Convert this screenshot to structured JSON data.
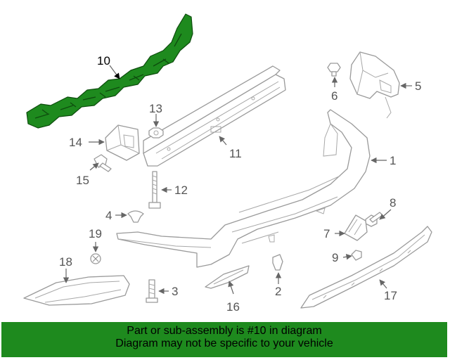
{
  "banner": {
    "line1": "Part or sub-assembly is #10 in diagram",
    "line2": "Diagram may not be specific to your vehicle"
  },
  "highlight_color": "#1e8a1e",
  "callouts": {
    "c1": "1",
    "c2": "2",
    "c3": "3",
    "c4": "4",
    "c5": "5",
    "c6": "6",
    "c7": "7",
    "c8": "8",
    "c9": "9",
    "c10": "10",
    "c11": "11",
    "c12": "12",
    "c13": "13",
    "c14": "14",
    "c15": "15",
    "c16": "16",
    "c17": "17",
    "c18": "18",
    "c19": "19"
  }
}
